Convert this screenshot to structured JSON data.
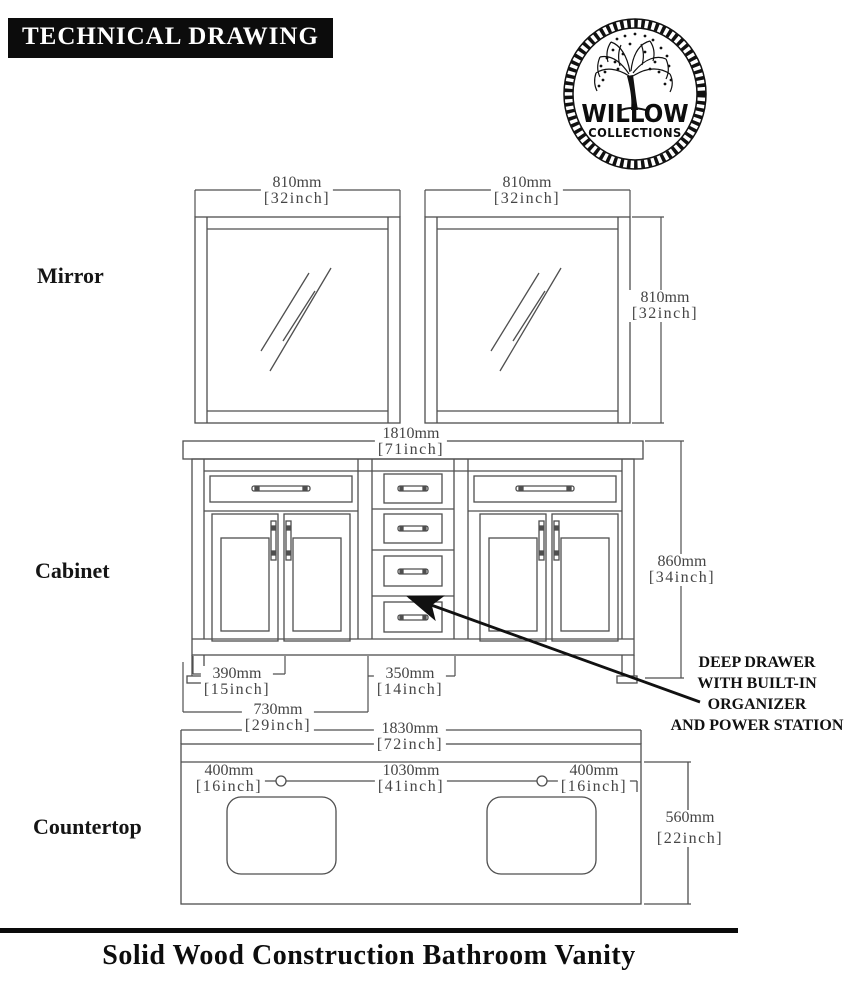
{
  "banner": "TECHNICAL DRAWING",
  "logo": {
    "brand": "WILLOW",
    "subtitle": "COLLECTIONS"
  },
  "section_labels": {
    "mirror": "Mirror",
    "cabinet": "Cabinet",
    "countertop": "Countertop"
  },
  "dimensions": {
    "mirror_left_width": {
      "mm": "810mm",
      "inch": "[32inch]"
    },
    "mirror_right_width": {
      "mm": "810mm",
      "inch": "[32inch]"
    },
    "mirror_height": {
      "mm": "810mm",
      "inch": "[32inch]"
    },
    "cabinet_width": {
      "mm": "1810mm",
      "inch": "[71inch]"
    },
    "cabinet_height": {
      "mm": "860mm",
      "inch": "[34inch]"
    },
    "cabinet_door_span": {
      "mm": "390mm",
      "inch": "[15inch]"
    },
    "cabinet_drawer_span": {
      "mm": "350mm",
      "inch": "[14inch]"
    },
    "cabinet_left_half": {
      "mm": "730mm",
      "inch": "[29inch]"
    },
    "countertop_width": {
      "mm": "1830mm",
      "inch": "[72inch]"
    },
    "countertop_left_sink_offset": {
      "mm": "400mm",
      "inch": "[16inch]"
    },
    "countertop_faucet_spacing": {
      "mm": "1030mm",
      "inch": "[41inch]"
    },
    "countertop_right_sink_offset": {
      "mm": "400mm",
      "inch": "[16inch]"
    },
    "countertop_depth": {
      "mm": "560mm",
      "inch": "[22inch]"
    }
  },
  "annotation": {
    "lines": [
      "DEEP DRAWER",
      "WITH BUILT-IN",
      "ORGANIZER",
      "AND POWER STATION"
    ]
  },
  "footer": {
    "title": "Solid Wood Construction Bathroom Vanity"
  },
  "colors": {
    "line": "#4f4f4f",
    "dim_text": "#454545",
    "ink": "#111111"
  }
}
